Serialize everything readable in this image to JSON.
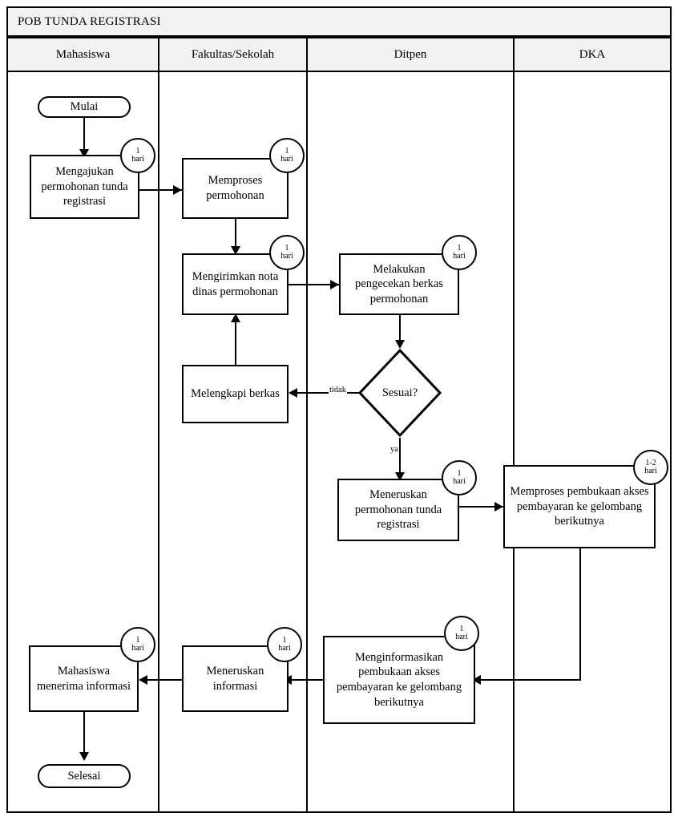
{
  "diagram": {
    "title": "POB TUNDA REGISTRASI",
    "type": "swimlane-flowchart",
    "lanes": [
      {
        "id": "mahasiswa",
        "label": "Mahasiswa"
      },
      {
        "id": "fakultas",
        "label": "Fakultas/Sekolah"
      },
      {
        "id": "ditpen",
        "label": "Ditpen"
      },
      {
        "id": "dka",
        "label": "DKA"
      }
    ],
    "nodes": [
      {
        "id": "start",
        "lane": "mahasiswa",
        "shape": "terminator",
        "label": "Mulai"
      },
      {
        "id": "n1",
        "lane": "mahasiswa",
        "shape": "process",
        "label": "Mengajukan permohonan tunda registrasi",
        "duration": "1",
        "duration_unit": "hari"
      },
      {
        "id": "n2",
        "lane": "fakultas",
        "shape": "process",
        "label": "Memproses permohonan",
        "duration": "1",
        "duration_unit": "hari"
      },
      {
        "id": "n3",
        "lane": "fakultas",
        "shape": "process",
        "label": "Mengirimkan nota dinas permohonan",
        "duration": "1",
        "duration_unit": "hari"
      },
      {
        "id": "n4",
        "lane": "ditpen",
        "shape": "process",
        "label": "Melakukan pengecekan berkas permohonan",
        "duration": "1",
        "duration_unit": "hari"
      },
      {
        "id": "d1",
        "lane": "ditpen",
        "shape": "decision",
        "label": "Sesuai?"
      },
      {
        "id": "n5",
        "lane": "fakultas",
        "shape": "process",
        "label": "Melengkapi berkas"
      },
      {
        "id": "n6",
        "lane": "ditpen",
        "shape": "process",
        "label": "Meneruskan permohonan tunda registrasi",
        "duration": "1",
        "duration_unit": "hari"
      },
      {
        "id": "n7",
        "lane": "dka",
        "shape": "process",
        "label": "Memproses pembukaan akses pembayaran ke gelombang berikutnya",
        "duration": "1-2",
        "duration_unit": "hari"
      },
      {
        "id": "n8",
        "lane": "ditpen",
        "shape": "process",
        "label": "Menginformasikan pembukaan akses pembayaran ke gelombang berikutnya",
        "duration": "1",
        "duration_unit": "hari"
      },
      {
        "id": "n9",
        "lane": "fakultas",
        "shape": "process",
        "label": "Meneruskan informasi",
        "duration": "1",
        "duration_unit": "hari"
      },
      {
        "id": "n10",
        "lane": "mahasiswa",
        "shape": "process",
        "label": "Mahasiswa menerima informasi",
        "duration": "1",
        "duration_unit": "hari"
      },
      {
        "id": "end",
        "lane": "mahasiswa",
        "shape": "terminator",
        "label": "Selesai"
      }
    ],
    "edge_labels": {
      "decision_no": "tidak",
      "decision_yes": "ya"
    },
    "colors": {
      "line": "#000000",
      "header_fill": "#f2f2f2",
      "node_fill": "#ffffff",
      "page_background": "#ffffff"
    }
  }
}
